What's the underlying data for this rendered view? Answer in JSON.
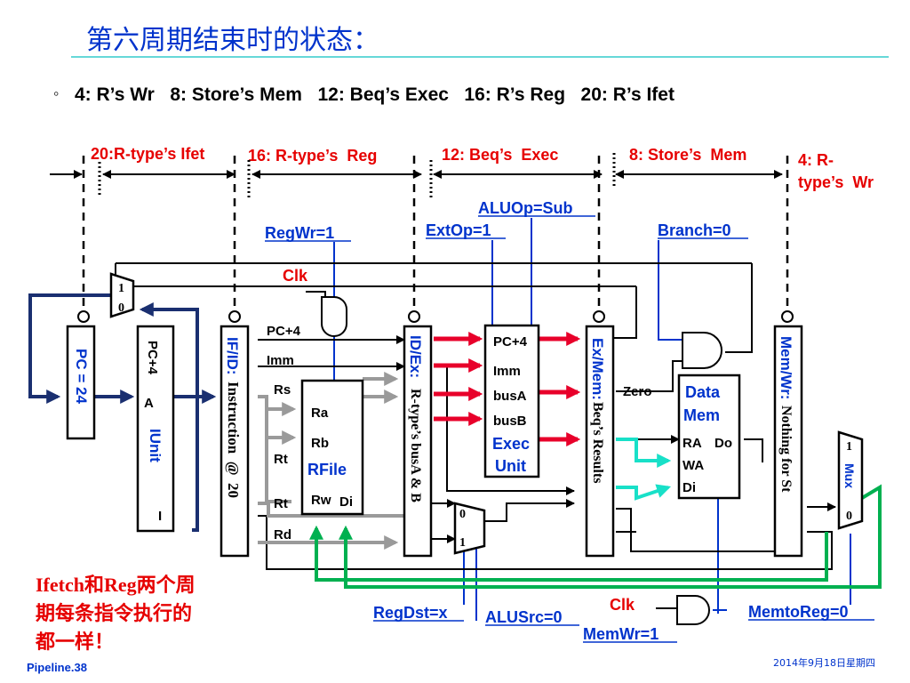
{
  "slide": {
    "title": "第六周期结束时的状态：",
    "bullet_symbol": "◦",
    "bullet": "4: R’s Wr   8: Store’s Mem   12: Beq’s Exec   16: R’s Reg   20: R’s Ifet",
    "footer_left": "Pipeline.38",
    "footer_right": "2014年9月18日星期四",
    "note_line1": "Ifetch和Reg两个周",
    "note_line2": "期每条指令执行的",
    "note_line3": "都一样！"
  },
  "stages": {
    "ifet": "20:R-type’s Ifet",
    "reg": "16: R-type’s  Reg",
    "exec": "12: Beq’s  Exec",
    "mem": "8: Store’s  Mem",
    "wr_line1": "4: R-",
    "wr_line2": "type’s  Wr"
  },
  "controls": {
    "aluop": "ALUOp=Sub",
    "extop": "ExtOp=1",
    "regwr": "RegWr=1",
    "branch": "Branch=0",
    "clk_top": "Clk",
    "clk_bottom": "Clk",
    "regdst": "RegDst=x",
    "alusrc": "ALUSrc=0",
    "memwr": "MemWr=1",
    "memtoreg": "MemtoReg=0"
  },
  "datapath": {
    "pc_value": "PC = 24",
    "iunit_pc4": "PC+4",
    "iunit_a": "A",
    "iunit_name": "IUnit",
    "iunit_i": "I",
    "ifid": "IF/ID:",
    "ifid_content": "Instruction  @  20",
    "idex": "ID/Ex:",
    "idex_content": "R-type’s busA & B",
    "exmem": "Ex/Mem:",
    "exmem_content": "Beq’s Results",
    "memwr_reg": "Mem/Wr:",
    "memwr_content": "Nothing for St",
    "pc4": "PC+4",
    "imm": "Imm",
    "rs": "Rs",
    "rt1": "Rt",
    "rt2": "Rt",
    "rd": "Rd",
    "rf_ra": "Ra",
    "rf_rb": "Rb",
    "rf_name": "RFile",
    "rf_rw": "Rw",
    "rf_di": "Di",
    "ex_pc4": "PC+4",
    "ex_imm": "Imm",
    "ex_busa": "busA",
    "ex_busb": "busB",
    "ex_name1": "Exec",
    "ex_name2": "Unit",
    "zero": "Zero",
    "dm_name1": "Data",
    "dm_name2": "Mem",
    "dm_ra": "RA",
    "dm_do": "Do",
    "dm_wa": "WA",
    "dm_di": "Di",
    "mux_pc_1": "1",
    "mux_pc_0": "0",
    "mux_reg_0": "0",
    "mux_reg_1": "1",
    "mux_out_1": "1",
    "mux_out_0": "0",
    "mux_out_label": "Mux"
  }
}
